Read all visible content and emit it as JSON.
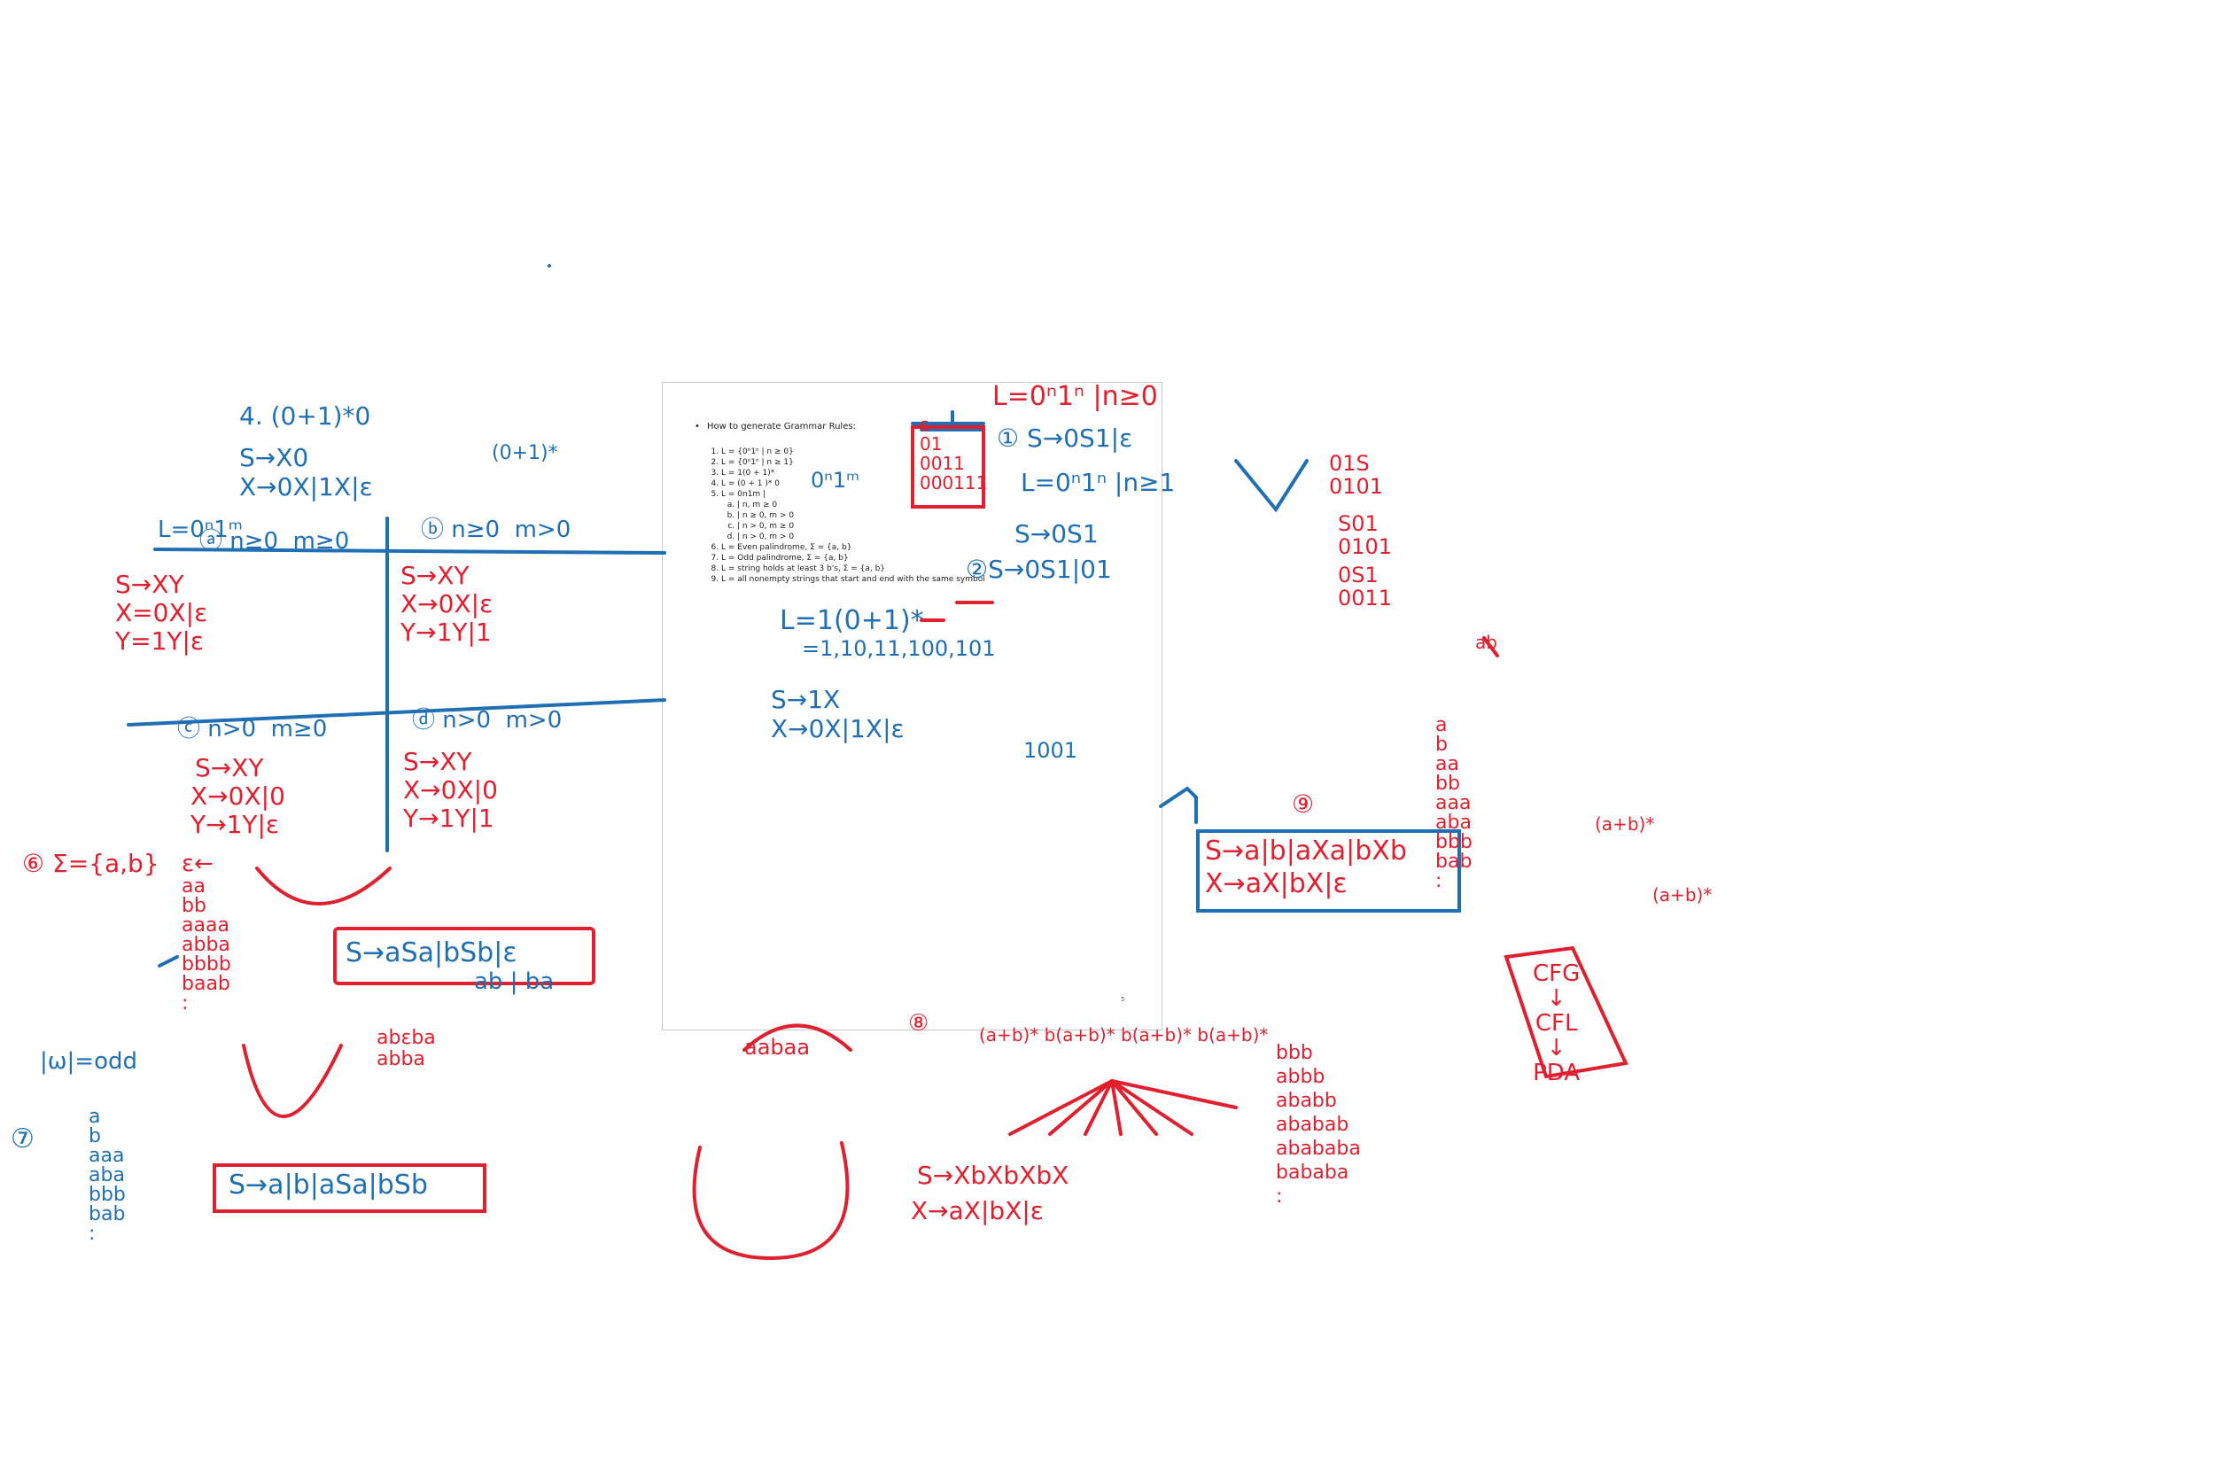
{
  "colors": {
    "blue_ink": "#1f6fb4",
    "red_ink": "#e0202e",
    "page_border": "#c8c8c8"
  },
  "document": {
    "title": "How to generate Grammar Rules:",
    "items": [
      "L = {0ⁿ1ⁿ | n ≥ 0}",
      "L = {0ⁿ1ⁿ | n ≥ 1}",
      "L = 1(0 + 1)*",
      "L = (0 + 1 )* 0",
      "L = 0n1m   |",
      "L = Even palindrome, Σ = {a, b}",
      "L = Odd palindrome, Σ = {a, b}",
      "L = string holds at least 3 b's, Σ = {a, b}",
      "L = all nonempty strings that start and end with the same symbol"
    ],
    "subitems": [
      "| n, m ≥ 0",
      "| n ≥ 0, m > 0",
      "| n > 0, m ≥ 0",
      "| n > 0, m > 0"
    ],
    "page_number": "5"
  },
  "notes": {
    "n4_title": "4. (0+1)*0",
    "n4_rule1": "S→X0",
    "n4_rule2": "X→0X|1X|ε",
    "n4_tree": "(0+1)*",
    "l_label": "L=0ⁿ1ᵐ",
    "ca": "ⓐ n≥0  m≥0",
    "cb": "ⓑ n≥0  m>0",
    "cc": "ⓒ n>0  m≥0",
    "cd": "ⓓ n>0  m>0",
    "a1": "S→XY",
    "a2": "X=0X|ε",
    "a3": "Y=1Y|ε",
    "b1": "S→XY",
    "b2": "X→0X|ε",
    "b3": "Y→1Y|1",
    "c1": "S→XY",
    "c2": "X→0X|0",
    "c3": "Y→1Y|ε",
    "d1": "S→XY",
    "d2": "X→0X|0",
    "d3": "Y→1Y|1",
    "s6": "⑥ Σ={a,b}",
    "eps": "ε←",
    "list6": "aa\nbb\naaaa\nabba\nbbbb\nbaab\n:",
    "r6": "S→aSa|bSb|ε",
    "ab_ba": "ab | ba",
    "w_odd": "|ω|=odd",
    "c7": "⑦",
    "list7": "a\nb\naaa\naba\nbbb\nbab\n:",
    "r7": "S→a|b|aSa|bSb",
    "abeba": "abεba\nabba",
    "aaba": "aabaa",
    "c8": "⑧",
    "r8a": "(a+b)* b(a+b)* b(a+b)* b(a+b)*",
    "r8b": "S→XbXbXbX",
    "r8c": "X→aX|bX|ε",
    "list8": "bbb\nabbb\nababb\nababab\nabababa\nbababa\n:",
    "l1": "L=0ⁿ1ⁿ |n≥0",
    "e_box": "ε\n01\n0011\n000111",
    "r1": "① S→0S1|ε",
    "l2": "L=0ⁿ1ⁿ |n≥1",
    "r2a": "S→0S1",
    "r2b": "②S→0S1|01",
    "onm": "0ⁿ1ᵐ",
    "l3": "L=1(0+1)*",
    "l3b": "=1,10,11,100,101",
    "r3a": "S→1X",
    "r3b": "X→0X|1X|ε",
    "s1001": "1001",
    "side1": "01S\n0101",
    "side2": "S01\n0101",
    "side3": "0S1\n0011",
    "c9": "⑨",
    "r9a": "S→a|b|aXa|bXb",
    "r9b": "X→aX|bX|ε",
    "list9": "a\nb\naa\nbb\naaa\naba\nbbb\nbab\n:",
    "ab9": "(a+b)*",
    "cfg": "CFG\n↓\nCFL\n↓\nPDA",
    "xb": "ab"
  }
}
